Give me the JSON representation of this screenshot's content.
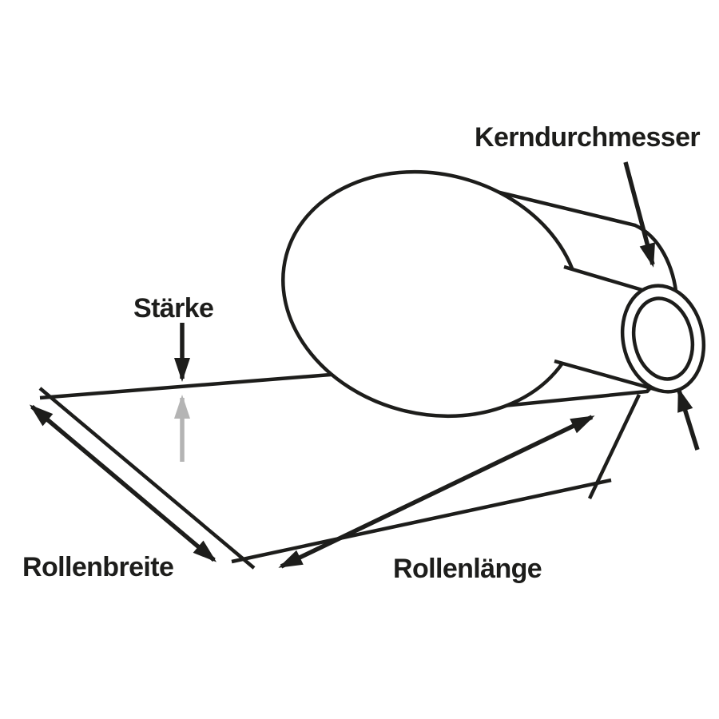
{
  "diagram": {
    "labels": {
      "core_diameter": "Kerndurchmesser",
      "thickness": "Stärke",
      "roll_width": "Rollenbreite",
      "roll_length": "Rollenlänge"
    },
    "colors": {
      "line": "#1d1d1b",
      "gray_arrow": "#b4b4b4",
      "background": "#ffffff"
    }
  }
}
